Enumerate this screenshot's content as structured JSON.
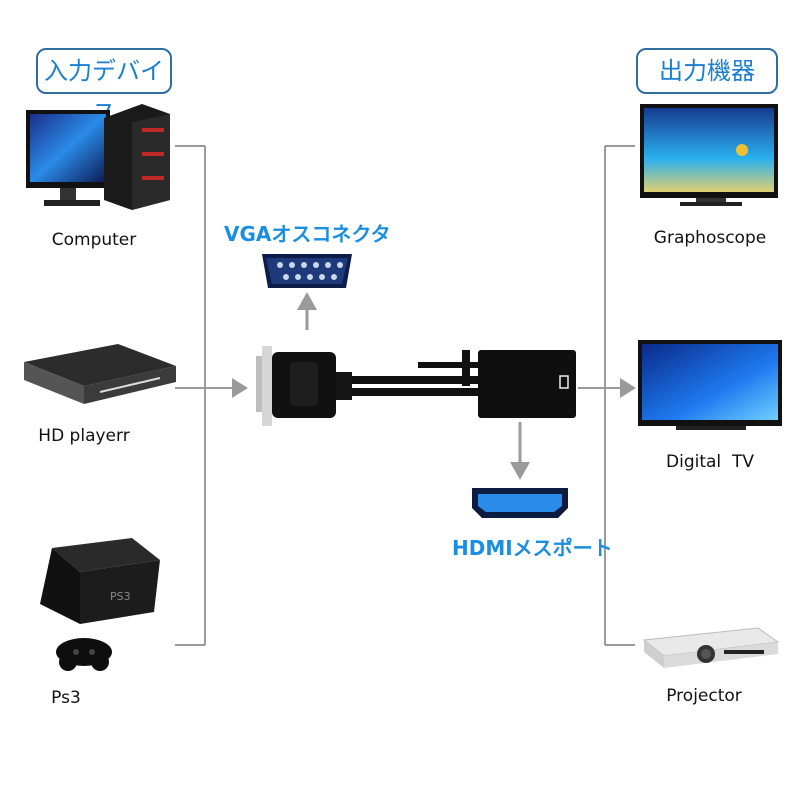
{
  "input_section": {
    "title": "入力デバイス"
  },
  "output_section": {
    "title": "出力機器"
  },
  "inputs": [
    {
      "label": "Computer",
      "icon": "computer-icon"
    },
    {
      "label": "HD playerr",
      "icon": "hd-player-icon"
    },
    {
      "label": "Ps3",
      "icon": "ps3-console-icon"
    }
  ],
  "outputs": [
    {
      "label": "Graphoscope",
      "icon": "monitor-icon"
    },
    {
      "label": "Digital  TV",
      "icon": "tv-icon"
    },
    {
      "label": "Projector",
      "icon": "projector-icon"
    }
  ],
  "adapter": {
    "vga_label": "VGAオスコネクタ",
    "hdmi_label": "HDMIメスポート"
  },
  "colors": {
    "accent": "#1a8ee0",
    "tag_border": "#2f6fa0",
    "line": "#9a9a9a"
  }
}
